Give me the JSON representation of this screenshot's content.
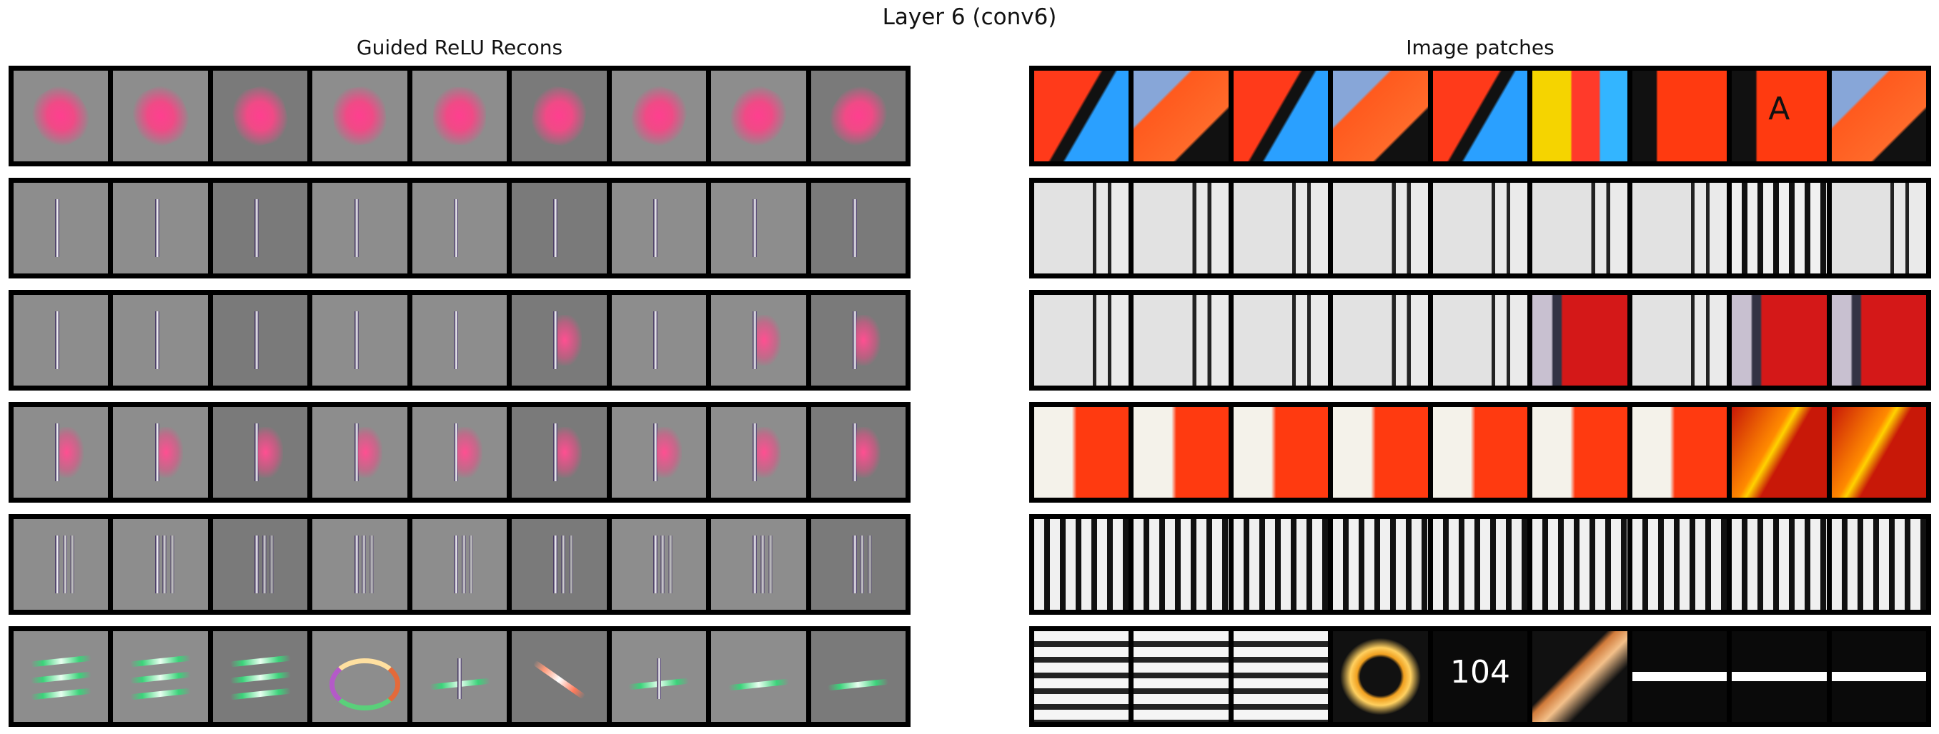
{
  "figure": {
    "title": "Layer 6 (conv6)",
    "left_title": "Guided ReLU Recons",
    "right_title": "Image patches"
  },
  "recon_styles": [
    [
      "pink",
      "pink",
      "pink",
      "pink",
      "pink",
      "pink",
      "pink",
      "pink",
      "pink"
    ],
    [
      "line",
      "line",
      "line",
      "line",
      "line",
      "line",
      "line",
      "line",
      "line"
    ],
    [
      "line",
      "line",
      "line",
      "line",
      "line",
      "linepink",
      "line",
      "linepink",
      "linepink"
    ],
    [
      "linepink",
      "linepink",
      "linepink",
      "linepink",
      "linepink",
      "linepink",
      "linepink",
      "linepink",
      "linepink"
    ],
    [
      "multi",
      "multi",
      "multi",
      "multi",
      "multi",
      "multi",
      "multi",
      "multi",
      "multi"
    ],
    [
      "stripes",
      "stripes",
      "stripes",
      "ring",
      "cross",
      "diag",
      "tee",
      "flat",
      "flat"
    ]
  ],
  "patch_styles": [
    [
      "p-red",
      "p-vest",
      "p-red",
      "p-vest",
      "p-red",
      "p-ball",
      "p-sign",
      "p-sign",
      "p-vest"
    ],
    [
      "p-white",
      "p-white",
      "p-white",
      "p-white",
      "p-white",
      "p-white",
      "p-white",
      "p-text",
      "p-white"
    ],
    [
      "p-white",
      "p-white",
      "p-white",
      "p-white",
      "p-white",
      "p-whitered",
      "p-white",
      "p-whitered",
      "p-whitered"
    ],
    [
      "p-orange",
      "p-orange",
      "p-orange",
      "p-orange",
      "p-orange",
      "p-orange",
      "p-orange",
      "p-orange2",
      "p-orange2"
    ],
    [
      "p-text",
      "p-text",
      "p-text",
      "p-text",
      "p-text",
      "p-text",
      "p-text",
      "p-text",
      "p-text"
    ],
    [
      "p-truck",
      "p-truck",
      "p-truck",
      "p-gold",
      "p-num",
      "p-brown",
      "p-dark",
      "p-dark",
      "p-dark"
    ]
  ],
  "patch_text": {
    "r0_c7": "A",
    "r5_c4": "104"
  }
}
